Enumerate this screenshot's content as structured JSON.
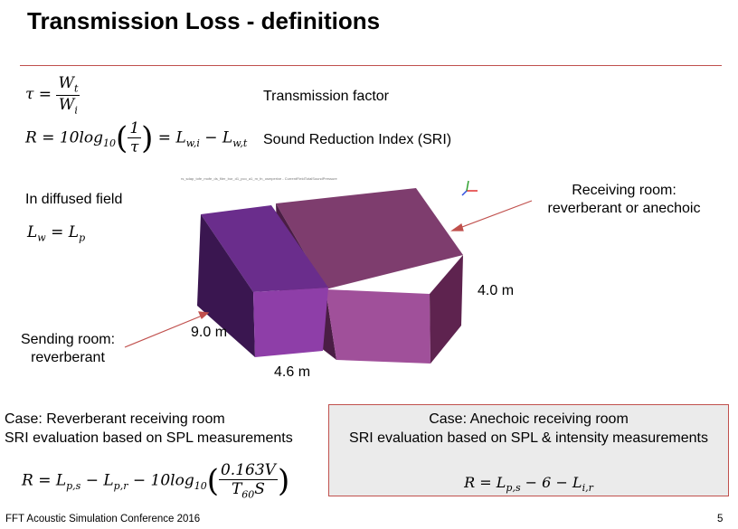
{
  "title": "Transmission Loss - definitions",
  "definitions": [
    {
      "label": "Transmission factor"
    },
    {
      "label": "Sound Reduction Index (SRI)"
    }
  ],
  "diffused_field_label": "In diffused field",
  "model_caption": "rs_sdap_tofe_mofe_ds_filer_bor_d1_pco_a1_m_fn_osmperixe - CurrentFieldTotalSoundPressure",
  "dimensions": {
    "width": "9.0 m",
    "depth": "4.6 m",
    "height": "4.0 m"
  },
  "callouts": {
    "sending": [
      "Sending room:",
      "reverberant"
    ],
    "receiving": [
      "Receiving room:",
      "reverberant or anechoic"
    ]
  },
  "case_reverberant": {
    "title": "Case: Reverberant receiving room",
    "subtitle": "SRI evaluation based on SPL measurements"
  },
  "case_anechoic": {
    "title": "Case: Anechoic receiving room",
    "subtitle": "SRI evaluation based on SPL & intensity measurements"
  },
  "footer": "FFT Acoustic Simulation Conference 2016",
  "page_number": "5",
  "colors": {
    "accent": "#c0504d",
    "sending_room": "#8e3ea8",
    "receiving_room": "#a0509a"
  }
}
